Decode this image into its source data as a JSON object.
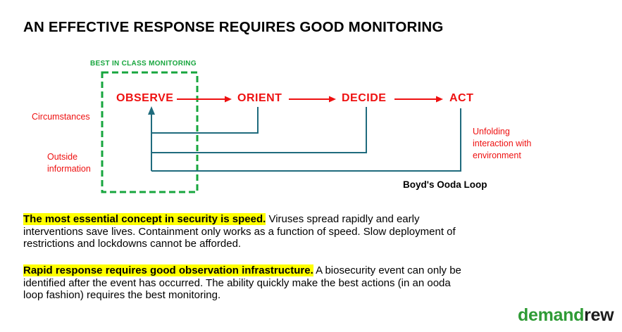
{
  "slide": {
    "title": "AN EFFECTIVE RESPONSE REQUIRES GOOD MONITORING"
  },
  "diagram": {
    "box_label": "BEST IN CLASS MONITORING",
    "stages": [
      "OBSERVE",
      "ORIENT",
      "DECIDE",
      "ACT"
    ],
    "labels": {
      "circumstances": "Circumstances",
      "outside_information_lines": [
        "Outside",
        "information"
      ],
      "unfolding_lines": [
        "Unfolding",
        "interaction with",
        "environment"
      ]
    },
    "caption": "Boyd's Ooda Loop"
  },
  "paragraphs": [
    {
      "lines": [
        [
          {
            "text": "The most essential concept in security is speed.",
            "highlight": true
          },
          {
            "text": " Viruses spread rapidly and early",
            "highlight": false
          }
        ],
        [
          {
            "text": "interventions save lives. Containment only works as a function of speed. Slow deployment of",
            "highlight": false
          }
        ],
        [
          {
            "text": "restrictions and lockdowns cannot be afforded.",
            "highlight": false
          }
        ]
      ]
    },
    {
      "lines": [
        [
          {
            "text": "Rapid response requires good observation infrastructure.",
            "highlight": true
          },
          {
            "text": " A biosecurity event can only be",
            "highlight": false
          }
        ],
        [
          {
            "text": "identified after the event has occurred. The ability quickly make the best actions (in an ooda",
            "highlight": false
          }
        ],
        [
          {
            "text": "loop fashion) requires the best monitoring.",
            "highlight": false
          }
        ]
      ]
    }
  ],
  "logo": {
    "first": "demand",
    "second": "rew"
  },
  "colors": {
    "stage_red": "#EE1111",
    "monitoring_green": "#17A63E",
    "feedback_teal": "#1F6B7D",
    "highlight_yellow": "#FFFF00",
    "logo_green": "#2E9B35",
    "text_black": "#000000"
  }
}
